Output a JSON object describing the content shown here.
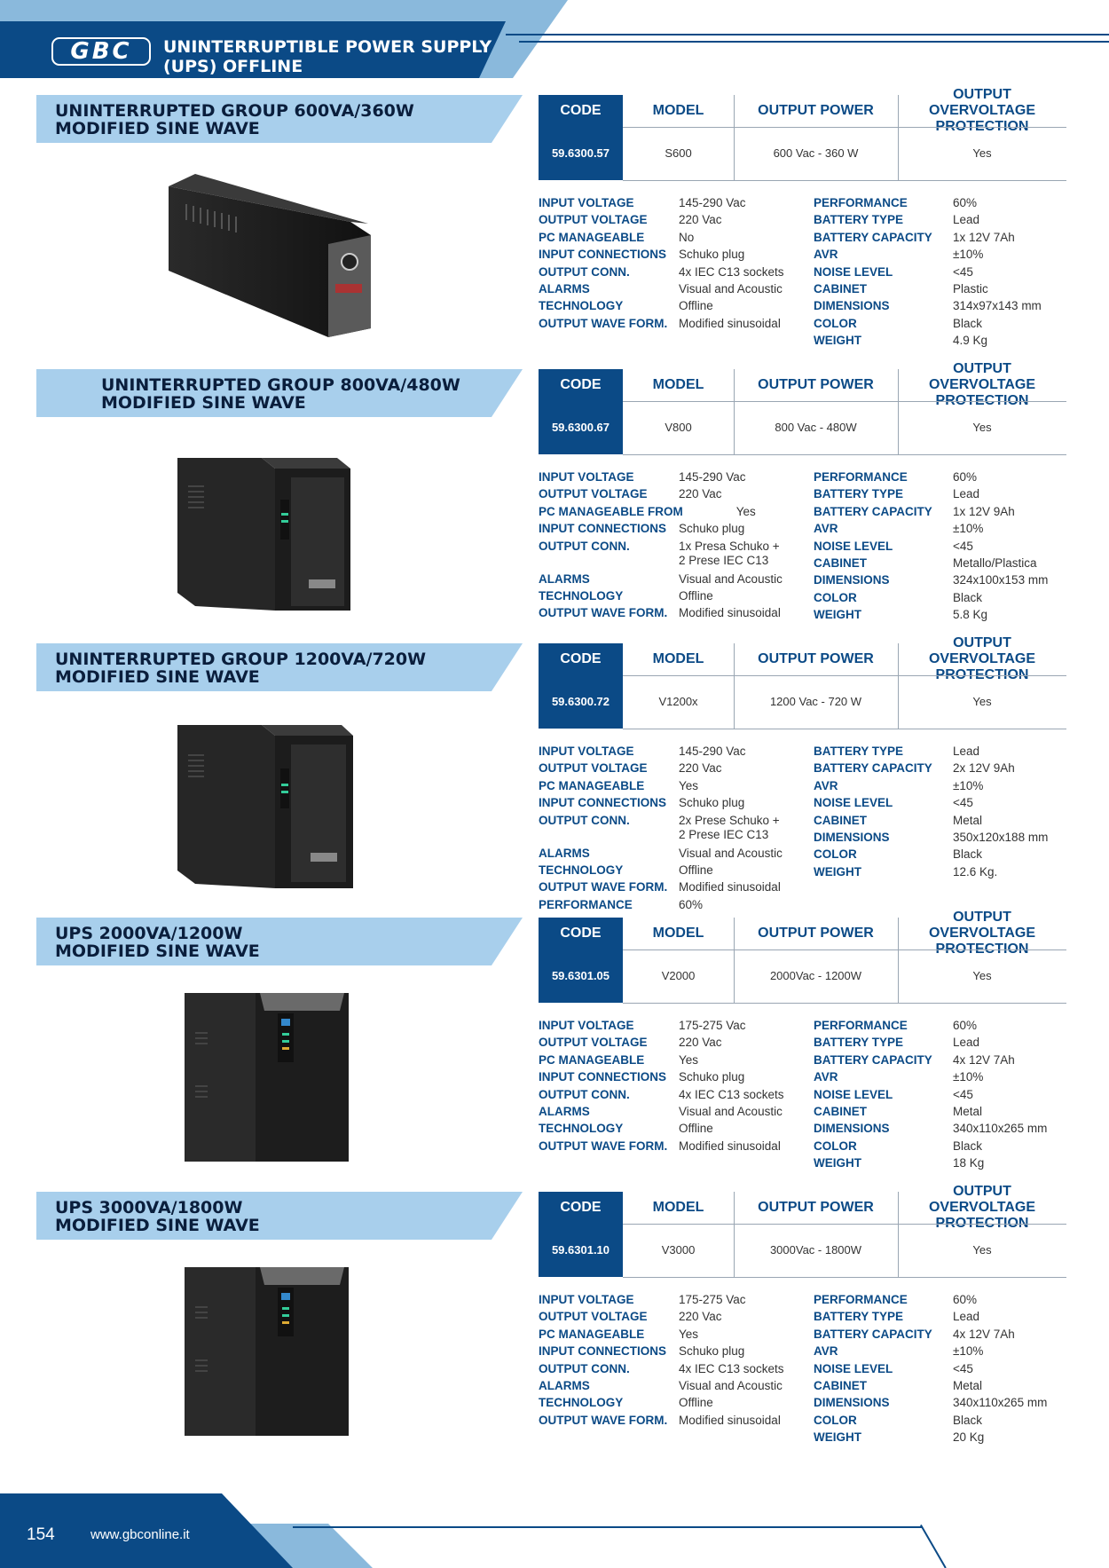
{
  "header": {
    "logo": "GBC",
    "title_line1": "UNINTERRUPTIBLE POWER SUPPLY",
    "title_line2": "(UPS) OFFLINE"
  },
  "table_headers": {
    "code": "CODE",
    "model": "MODEL",
    "output_power": "OUTPUT POWER",
    "protection": "OUTPUT OVERVOLTAGE PROTECTION"
  },
  "products": [
    {
      "title_line1": "UNINTERRUPTED GROUP 600VA/360W",
      "title_line2": "MODIFIED SINE WAVE",
      "code": "59.6300.57",
      "model": "S600",
      "output_power": "600 Vac - 360 W",
      "protection": "Yes",
      "specs_left": [
        {
          "label": "INPUT VOLTAGE",
          "value": "145-290 Vac"
        },
        {
          "label": "OUTPUT VOLTAGE",
          "value": "220 Vac"
        },
        {
          "label": "PC MANAGEABLE",
          "value": "No"
        },
        {
          "label": "INPUT CONNECTIONS",
          "value": "Schuko plug"
        },
        {
          "label": "OUTPUT CONN.",
          "value": "4x IEC C13 sockets"
        },
        {
          "label": "ALARMS",
          "value": "Visual and Acoustic"
        },
        {
          "label": "TECHNOLOGY",
          "value": "Offline"
        },
        {
          "label": "OUTPUT WAVE FORM.",
          "value": "Modified sinusoidal"
        }
      ],
      "specs_right": [
        {
          "label": "PERFORMANCE",
          "value": "60%"
        },
        {
          "label": "BATTERY TYPE",
          "value": "Lead"
        },
        {
          "label": "BATTERY CAPACITY",
          "value": "1x 12V 7Ah"
        },
        {
          "label": "AVR",
          "value": "±10%"
        },
        {
          "label": "NOISE LEVEL",
          "value": "<45"
        },
        {
          "label": "CABINET",
          "value": "Plastic"
        },
        {
          "label": "DIMENSIONS",
          "value": "314x97x143 mm"
        },
        {
          "label": "COLOR",
          "value": "Black"
        },
        {
          "label": "WEIGHT",
          "value": "4.9 Kg"
        }
      ]
    },
    {
      "title_line1": "UNINTERRUPTED GROUP 800VA/480W",
      "title_line2": "MODIFIED SINE WAVE",
      "code": "59.6300.67",
      "model": "V800",
      "output_power": "800 Vac - 480W",
      "protection": "Yes",
      "specs_left": [
        {
          "label": "INPUT VOLTAGE",
          "value": "145-290 Vac"
        },
        {
          "label": "OUTPUT VOLTAGE",
          "value": "220 Vac"
        },
        {
          "label": "PC MANAGEABLE FROM",
          "value": "Yes"
        },
        {
          "label": "INPUT CONNECTIONS",
          "value": "Schuko plug"
        },
        {
          "label": "OUTPUT CONN.",
          "value": "1x Presa Schuko +",
          "value2": "2 Prese IEC C13"
        },
        {
          "label": "ALARMS",
          "value": "Visual and Acoustic"
        },
        {
          "label": "TECHNOLOGY",
          "value": "Offline"
        },
        {
          "label": "OUTPUT WAVE FORM.",
          "value": "Modified sinusoidal"
        }
      ],
      "specs_right": [
        {
          "label": "PERFORMANCE",
          "value": "60%"
        },
        {
          "label": "BATTERY TYPE",
          "value": "Lead"
        },
        {
          "label": "BATTERY CAPACITY",
          "value": "1x 12V 9Ah"
        },
        {
          "label": "AVR",
          "value": "±10%"
        },
        {
          "label": "NOISE LEVEL",
          "value": "<45"
        },
        {
          "label": "CABINET",
          "value": "Metallo/Plastica"
        },
        {
          "label": "DIMENSIONS",
          "value": "324x100x153 mm"
        },
        {
          "label": "COLOR",
          "value": "Black"
        },
        {
          "label": "WEIGHT",
          "value": "5.8 Kg"
        }
      ]
    },
    {
      "title_line1": "UNINTERRUPTED GROUP 1200VA/720W",
      "title_line2": "MODIFIED SINE WAVE",
      "code": "59.6300.72",
      "model": "V1200x",
      "output_power": "1200 Vac - 720 W",
      "protection": "Yes",
      "specs_left": [
        {
          "label": "INPUT VOLTAGE",
          "value": "145-290 Vac"
        },
        {
          "label": "OUTPUT VOLTAGE",
          "value": "220 Vac"
        },
        {
          "label": "PC MANAGEABLE",
          "value": "Yes"
        },
        {
          "label": "INPUT CONNECTIONS",
          "value": "Schuko plug"
        },
        {
          "label": "OUTPUT CONN.",
          "value": "2x Prese Schuko +",
          "value2": "2 Prese IEC C13"
        },
        {
          "label": "ALARMS",
          "value": "Visual and Acoustic"
        },
        {
          "label": "TECHNOLOGY",
          "value": "Offline"
        },
        {
          "label": "OUTPUT WAVE FORM.",
          "value": "Modified sinusoidal"
        },
        {
          "label": "PERFORMANCE",
          "value": "60%"
        }
      ],
      "specs_right": [
        {
          "label": "BATTERY TYPE",
          "value": "Lead"
        },
        {
          "label": "BATTERY CAPACITY",
          "value": "2x 12V 9Ah"
        },
        {
          "label": "AVR",
          "value": "±10%"
        },
        {
          "label": "NOISE LEVEL",
          "value": "<45"
        },
        {
          "label": "CABINET",
          "value": "Metal"
        },
        {
          "label": "DIMENSIONS",
          "value": "350x120x188 mm"
        },
        {
          "label": "COLOR",
          "value": "Black"
        },
        {
          "label": "WEIGHT",
          "value": "12.6 Kg."
        }
      ]
    },
    {
      "title_line1": "UPS 2000VA/1200W",
      "title_line2": "MODIFIED SINE WAVE",
      "code": "59.6301.05",
      "model": "V2000",
      "output_power": "2000Vac - 1200W",
      "protection": "Yes",
      "specs_left": [
        {
          "label": "INPUT VOLTAGE",
          "value": "175-275 Vac"
        },
        {
          "label": "OUTPUT VOLTAGE",
          "value": "220 Vac"
        },
        {
          "label": "PC MANAGEABLE",
          "value": "Yes"
        },
        {
          "label": "INPUT CONNECTIONS",
          "value": "Schuko plug"
        },
        {
          "label": "OUTPUT CONN.",
          "value": "4x IEC C13 sockets"
        },
        {
          "label": "ALARMS",
          "value": "Visual and Acoustic"
        },
        {
          "label": "TECHNOLOGY",
          "value": "Offline"
        },
        {
          "label": "OUTPUT WAVE FORM.",
          "value": "Modified sinusoidal"
        }
      ],
      "specs_right": [
        {
          "label": "PERFORMANCE",
          "value": "60%"
        },
        {
          "label": "BATTERY TYPE",
          "value": "Lead"
        },
        {
          "label": "BATTERY CAPACITY",
          "value": "4x 12V 7Ah"
        },
        {
          "label": "AVR",
          "value": "±10%"
        },
        {
          "label": "NOISE LEVEL",
          "value": "<45"
        },
        {
          "label": "CABINET",
          "value": "Metal"
        },
        {
          "label": "DIMENSIONS",
          "value": "340x110x265 mm"
        },
        {
          "label": "COLOR",
          "value": "Black"
        },
        {
          "label": "WEIGHT",
          "value": "18 Kg"
        }
      ]
    },
    {
      "title_line1": "UPS 3000VA/1800W",
      "title_line2": "MODIFIED SINE WAVE",
      "code": "59.6301.10",
      "model": "V3000",
      "output_power": "3000Vac - 1800W",
      "protection": "Yes",
      "specs_left": [
        {
          "label": "INPUT VOLTAGE",
          "value": "175-275 Vac"
        },
        {
          "label": "OUTPUT VOLTAGE",
          "value": "220 Vac"
        },
        {
          "label": "PC MANAGEABLE",
          "value": "Yes"
        },
        {
          "label": "INPUT CONNECTIONS",
          "value": "Schuko plug"
        },
        {
          "label": "OUTPUT CONN.",
          "value": "4x IEC C13 sockets"
        },
        {
          "label": "ALARMS",
          "value": "Visual and Acoustic"
        },
        {
          "label": "TECHNOLOGY",
          "value": "Offline"
        },
        {
          "label": "OUTPUT WAVE FORM.",
          "value": "Modified sinusoidal"
        }
      ],
      "specs_right": [
        {
          "label": "PERFORMANCE",
          "value": "60%"
        },
        {
          "label": "BATTERY TYPE",
          "value": "Lead"
        },
        {
          "label": "BATTERY CAPACITY",
          "value": "4x 12V 7Ah"
        },
        {
          "label": "AVR",
          "value": "±10%"
        },
        {
          "label": "NOISE LEVEL",
          "value": "<45"
        },
        {
          "label": "CABINET",
          "value": "Metal"
        },
        {
          "label": "DIMENSIONS",
          "value": "340x110x265 mm"
        },
        {
          "label": "COLOR",
          "value": "Black"
        },
        {
          "label": "WEIGHT",
          "value": "20 Kg"
        }
      ]
    }
  ],
  "footer": {
    "page": "154",
    "url": "www.gbconline.it"
  }
}
